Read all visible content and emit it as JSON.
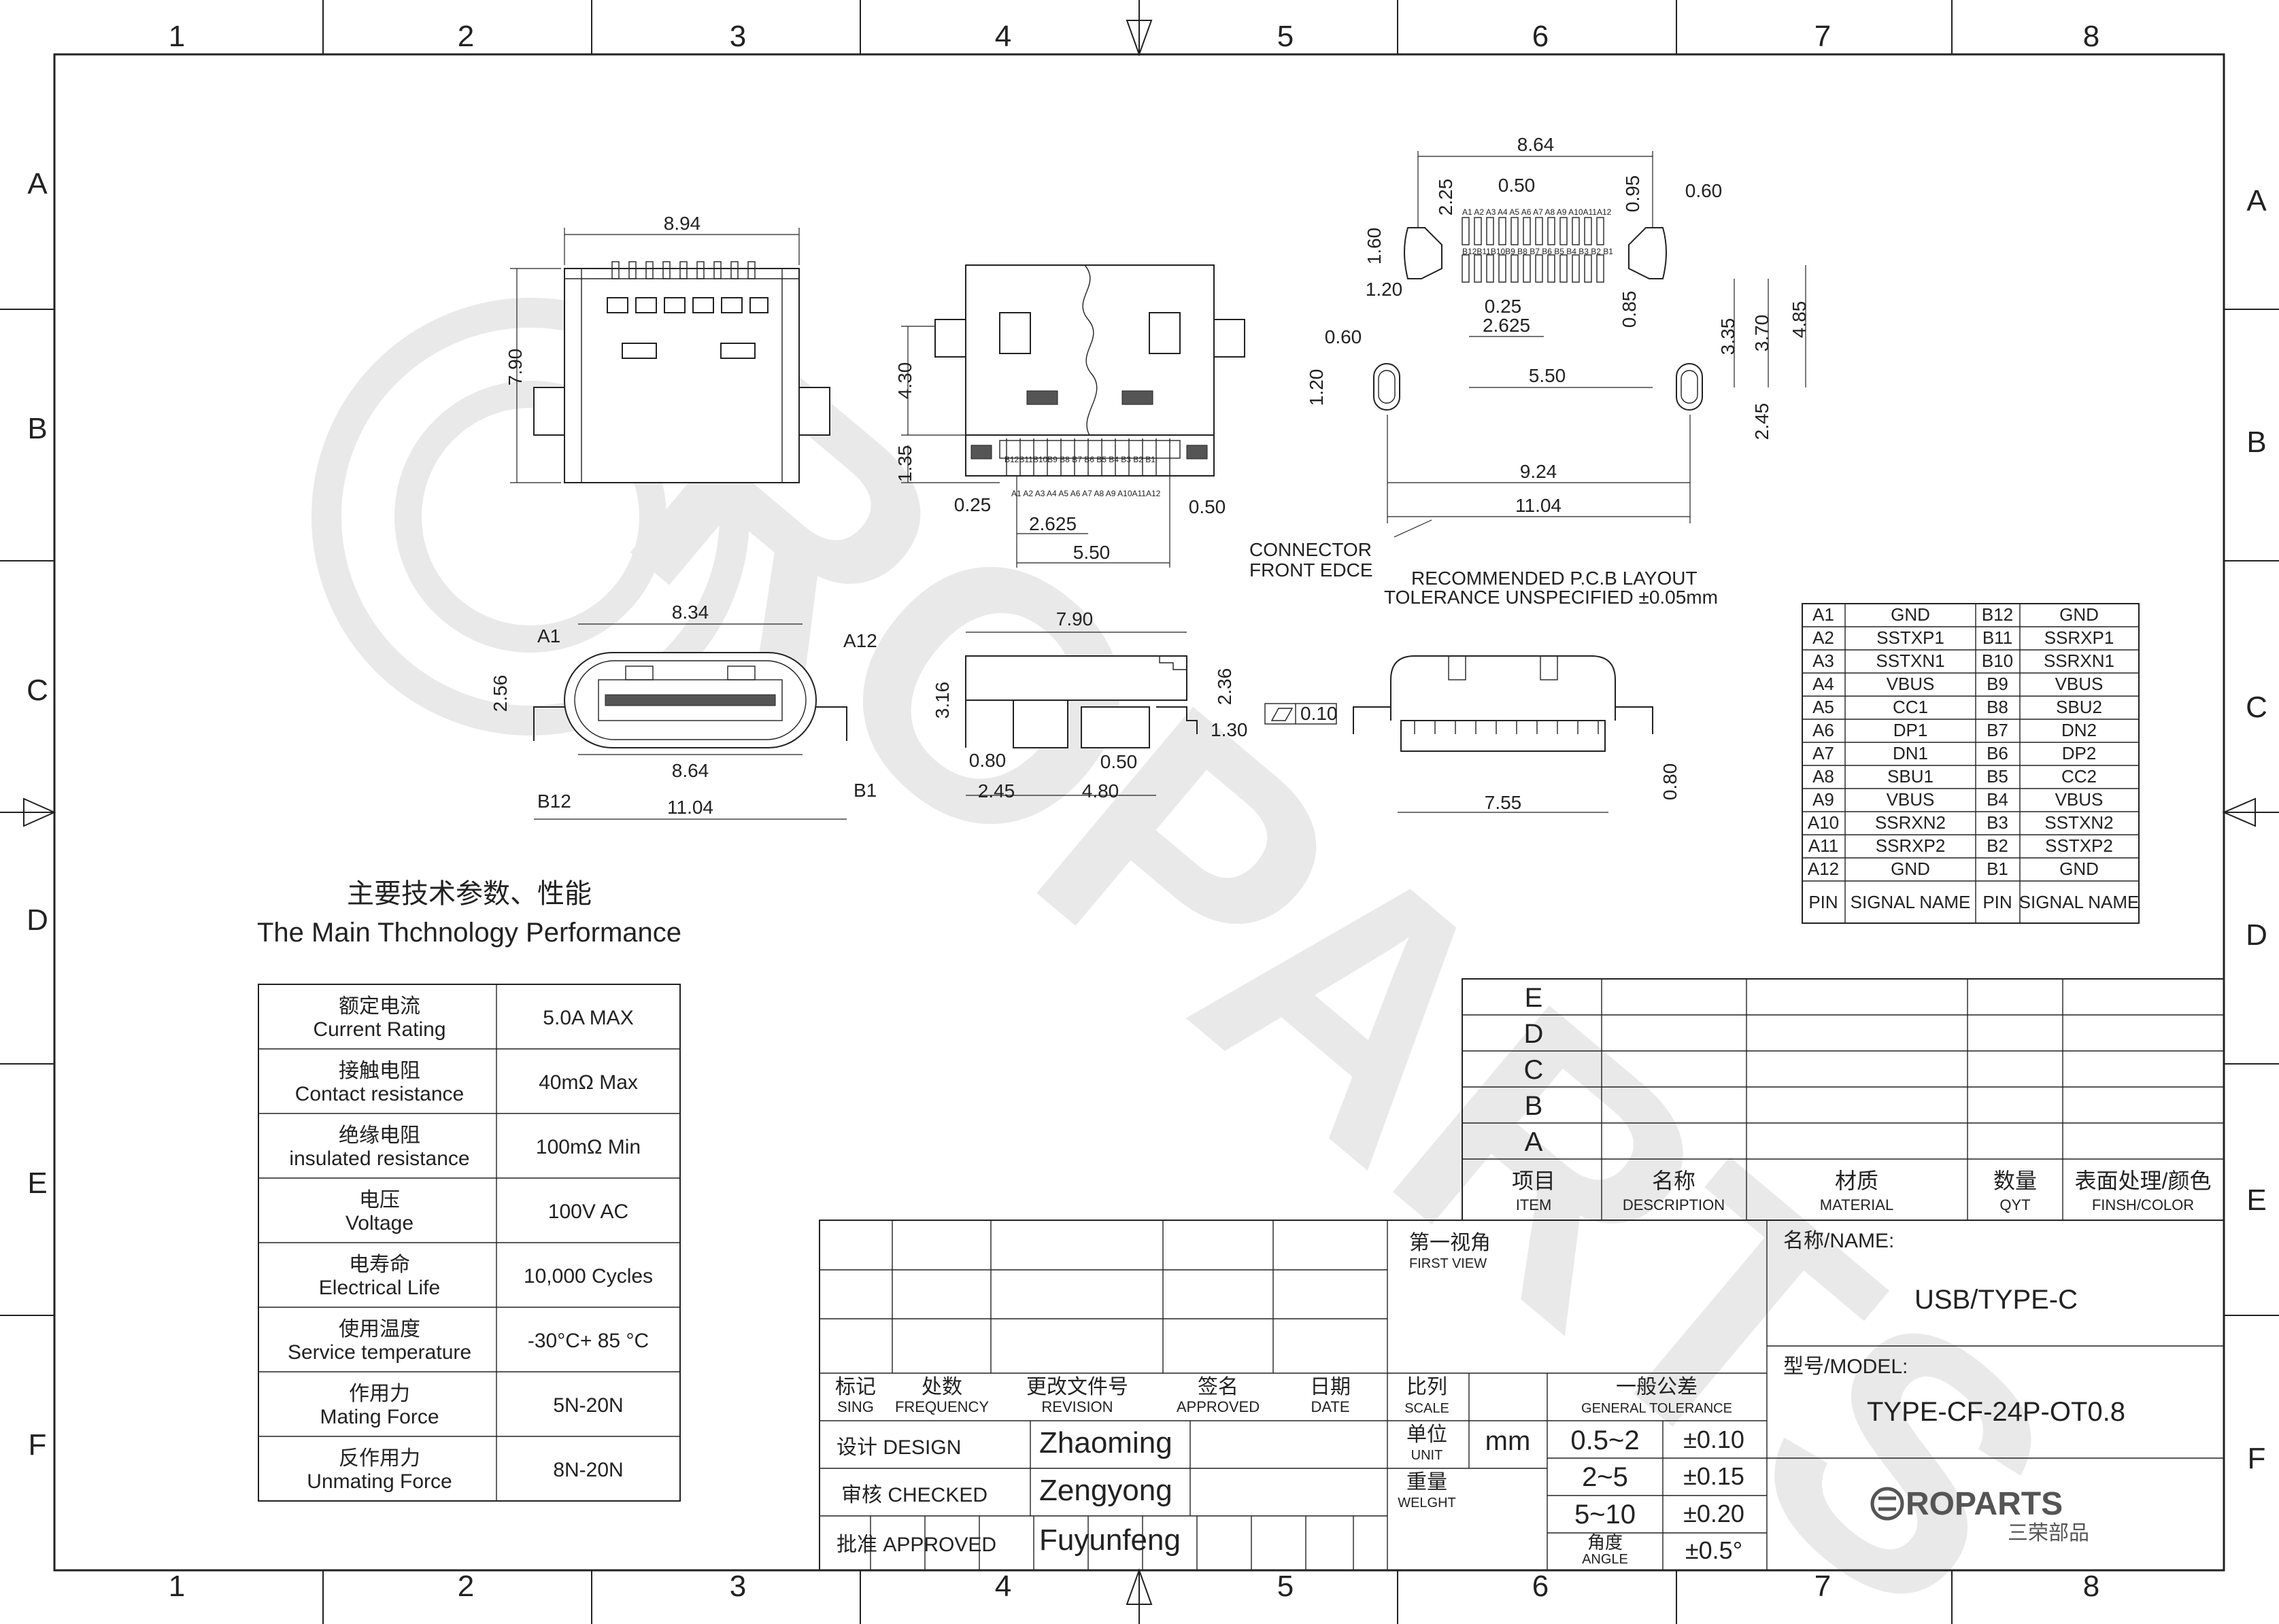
{
  "frame": {
    "columns": [
      "1",
      "2",
      "3",
      "4",
      "5",
      "6",
      "7",
      "8"
    ],
    "rows": [
      "A",
      "B",
      "C",
      "D",
      "E",
      "F"
    ]
  },
  "top_view": {
    "width": "8.94",
    "height": "7.90"
  },
  "front_view": {
    "h_430": "4.30",
    "h_135": "1.35",
    "d_025": "0.25",
    "d_050": "0.50",
    "d_2625": "2.625",
    "d_550": "5.50",
    "pins_top": "B12B11B10B9 B8 B7 B6 B5 B4 B3 B2 B1",
    "pins_bottom": "A1 A2 A3 A4 A5 A6 A7 A8 A9 A10A11A12"
  },
  "pcb_layout": {
    "w_864": "8.64",
    "d_225": "2.25",
    "d_050": "0.50",
    "d_095": "0.95",
    "d_060": "0.60",
    "d_160": "1.60",
    "d_120": "1.20",
    "d_025": "0.25",
    "d_2625": "2.625",
    "d_085": "0.85",
    "d_335": "3.35",
    "d_370": "3.70",
    "d_485": "4.85",
    "d_060b": "0.60",
    "d_120b": "1.20",
    "d_550": "5.50",
    "d_245": "2.45",
    "d_924": "9.24",
    "d_1104": "11.04",
    "pins_top": "A1 A2 A3 A4 A5 A6 A7 A8 A9 A10A11A12",
    "pins_bottom": "B12B11B10B9 B8 B7 B6 B5 B4 B3 B2 B1",
    "connector_label_1": "CONNECTOR",
    "connector_label_2": "FRONT EDCE",
    "recommended": "RECOMMENDED P.C.B LAYOUT",
    "tolerance": "TOLERANCE UNSPECIFIED ±0.05mm"
  },
  "end_view": {
    "w_834": "8.34",
    "a1": "A1",
    "a12": "A12",
    "h_256": "2.56",
    "w_864": "8.64",
    "b12": "B12",
    "b1": "B1",
    "w_1104": "11.04"
  },
  "side_view": {
    "w_790": "7.90",
    "h_316": "3.16",
    "h_236": "2.36",
    "d_130": "1.30",
    "d_080": "0.80",
    "d_050": "0.50",
    "d_245": "2.45",
    "d_480": "4.80"
  },
  "rear_view": {
    "flat": "0.10",
    "w_755": "7.55",
    "h_080": "0.80"
  },
  "pin_table": {
    "rows": [
      [
        "A1",
        "GND",
        "B12",
        "GND"
      ],
      [
        "A2",
        "SSTXP1",
        "B11",
        "SSRXP1"
      ],
      [
        "A3",
        "SSTXN1",
        "B10",
        "SSRXN1"
      ],
      [
        "A4",
        "VBUS",
        "B9",
        "VBUS"
      ],
      [
        "A5",
        "CC1",
        "B8",
        "SBU2"
      ],
      [
        "A6",
        "DP1",
        "B7",
        "DN2"
      ],
      [
        "A7",
        "DN1",
        "B6",
        "DP2"
      ],
      [
        "A8",
        "SBU1",
        "B5",
        "CC2"
      ],
      [
        "A9",
        "VBUS",
        "B4",
        "VBUS"
      ],
      [
        "A10",
        "SSRXN2",
        "B3",
        "SSTXN2"
      ],
      [
        "A11",
        "SSRXP2",
        "B2",
        "SSTXP2"
      ],
      [
        "A12",
        "GND",
        "B1",
        "GND"
      ]
    ],
    "header": [
      "PIN",
      "SIGNAL NAME",
      "PIN",
      "SIGNAL NAME"
    ]
  },
  "performance": {
    "title_cn": "主要技术参数、性能",
    "title_en": "The Main Thchnology Performance",
    "rows": [
      {
        "cn": "额定电流",
        "en": "Current Rating",
        "value": "5.0A MAX"
      },
      {
        "cn": "接触电阻",
        "en": "Contact resistance",
        "value": "40mΩ Max"
      },
      {
        "cn": "绝缘电阻",
        "en": "insulated resistance",
        "value": "100mΩ Min"
      },
      {
        "cn": "电压",
        "en": "Voltage",
        "value": "100V AC"
      },
      {
        "cn": "电寿命",
        "en": "Electrical Life",
        "value": "10,000 Cycles"
      },
      {
        "cn": "使用温度",
        "en": "Service temperature",
        "value": "-30°C+ 85 °C"
      },
      {
        "cn": "作用力",
        "en": "Mating Force",
        "value": "5N-20N"
      },
      {
        "cn": "反作用力",
        "en": "Unmating Force",
        "value": "8N-20N"
      }
    ]
  },
  "bom": {
    "rows": [
      "E",
      "D",
      "C",
      "B",
      "A"
    ],
    "headers": [
      {
        "cn": "项目",
        "en": "ITEM"
      },
      {
        "cn": "名称",
        "en": "DESCRIPTION"
      },
      {
        "cn": "材质",
        "en": "MATERIAL"
      },
      {
        "cn": "数量",
        "en": "QYT"
      },
      {
        "cn": "表面处理/颜色",
        "en": "FINSH/COLOR"
      }
    ]
  },
  "title_block": {
    "rev_headers": [
      {
        "cn": "标记",
        "en": "SING"
      },
      {
        "cn": "处数",
        "en": "FREQUENCY"
      },
      {
        "cn": "更改文件号",
        "en": "REVISION"
      },
      {
        "cn": "签名",
        "en": "APPROVED"
      },
      {
        "cn": "日期",
        "en": "DATE"
      }
    ],
    "design_label": "设计 DESIGN",
    "design_name": "Zhaoming",
    "checked_label": "审核 CHECKED",
    "checked_name": "Zengyong",
    "approved_label": "批准 APPROVED",
    "approved_name": "Fuyunfeng",
    "first_view_cn": "第一视角",
    "first_view_en": "FIRST VIEW",
    "scale_cn": "比列",
    "scale_en": "SCALE",
    "unit_cn": "单位",
    "unit_en": "UNIT",
    "unit_value": "mm",
    "weight_cn": "重量",
    "weight_en": "WELGHT",
    "tol_cn": "一般公差",
    "tol_en": "GENERAL TOLERANCE",
    "tol_rows": [
      [
        "0.5~2",
        "±0.10"
      ],
      [
        "2~5",
        "±0.15"
      ],
      [
        "5~10",
        "±0.20"
      ]
    ],
    "angle_cn": "角度",
    "angle_en": "ANGLE",
    "angle_value": "±0.5°",
    "name_label": "名称/NAME:",
    "name_value": "USB/TYPE-C",
    "model_label": "型号/MODEL:",
    "model_value": "TYPE-CF-24P-OT0.8",
    "logo_text": "ROPARTS",
    "logo_cn": "三荣部品"
  },
  "watermark": "ROPARTS"
}
